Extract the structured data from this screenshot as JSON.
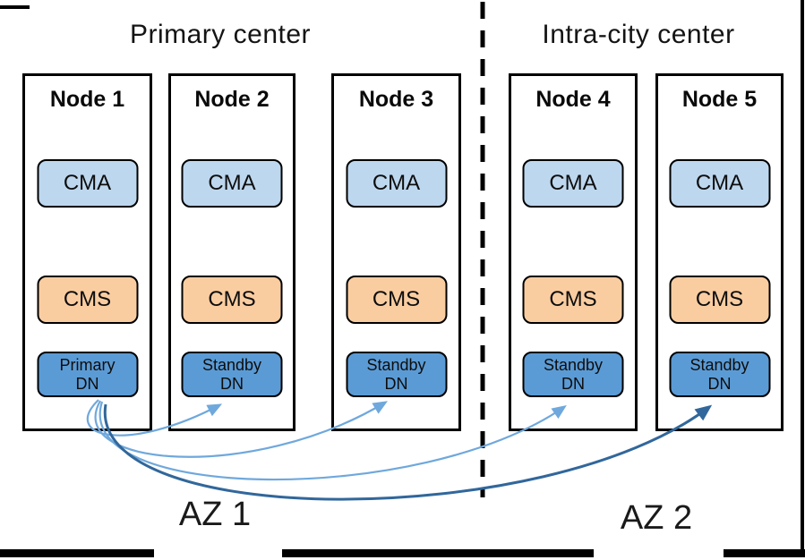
{
  "titles": {
    "primary_center": "Primary center",
    "intracity_center": "Intra-city center"
  },
  "nodes": [
    {
      "title": "Node 1",
      "cma": "CMA",
      "cms": "CMS",
      "dn_line1": "Primary",
      "dn_line2": "DN"
    },
    {
      "title": "Node 2",
      "cma": "CMA",
      "cms": "CMS",
      "dn_line1": "Standby",
      "dn_line2": "DN"
    },
    {
      "title": "Node 3",
      "cma": "CMA",
      "cms": "CMS",
      "dn_line1": "Standby",
      "dn_line2": "DN"
    },
    {
      "title": "Node 4",
      "cma": "CMA",
      "cms": "CMS",
      "dn_line1": "Standby",
      "dn_line2": "DN"
    },
    {
      "title": "Node 5",
      "cma": "CMA",
      "cms": "CMS",
      "dn_line1": "Standby",
      "dn_line2": "DN"
    }
  ],
  "az_labels": {
    "az1": "AZ 1",
    "az2": "AZ 2"
  },
  "arrows": [
    {
      "from": "Node 1 Primary DN",
      "to": "Node 2 Standby DN",
      "color": "#6FA8DC"
    },
    {
      "from": "Node 1 Primary DN",
      "to": "Node 3 Standby DN",
      "color": "#6FA8DC"
    },
    {
      "from": "Node 1 Primary DN",
      "to": "Node 4 Standby DN",
      "color": "#6FA8DC"
    },
    {
      "from": "Node 1 Primary DN",
      "to": "Node 5 Standby DN",
      "color": "#31679B"
    }
  ],
  "colors": {
    "cma_fill": "#BDD7EE",
    "cms_fill": "#FACDA1",
    "dn_fill": "#5B9BD5",
    "arrow_light": "#6FA8DC",
    "arrow_dark": "#31679B",
    "divider": "#000000",
    "node_border": "#000000"
  }
}
